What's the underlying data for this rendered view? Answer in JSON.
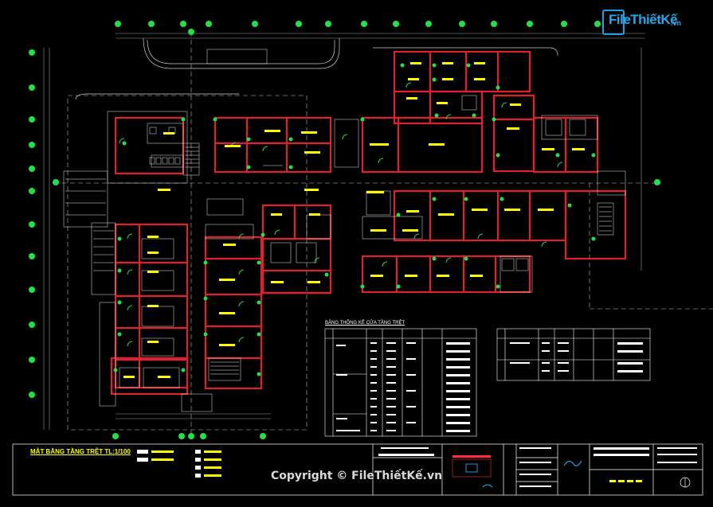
{
  "logo": {
    "brand": "FileThiếtKế",
    "domain": ".vn",
    "icon": "file-icon"
  },
  "copyright": "Copyright © FileThiếtKế.vn",
  "sheet_title": "MẶT BẰNG TẦNG TRỆT TL:1/100",
  "table_title": "BẢNG THỐNG KÊ CỬA TẦNG TRỆT",
  "colors": {
    "background": "#000000",
    "walls": "#e0202a",
    "grid_bubbles": "#22e04a",
    "room_labels": "#ffff00",
    "lines": "#ffffff",
    "accent": "#25a8ea"
  }
}
